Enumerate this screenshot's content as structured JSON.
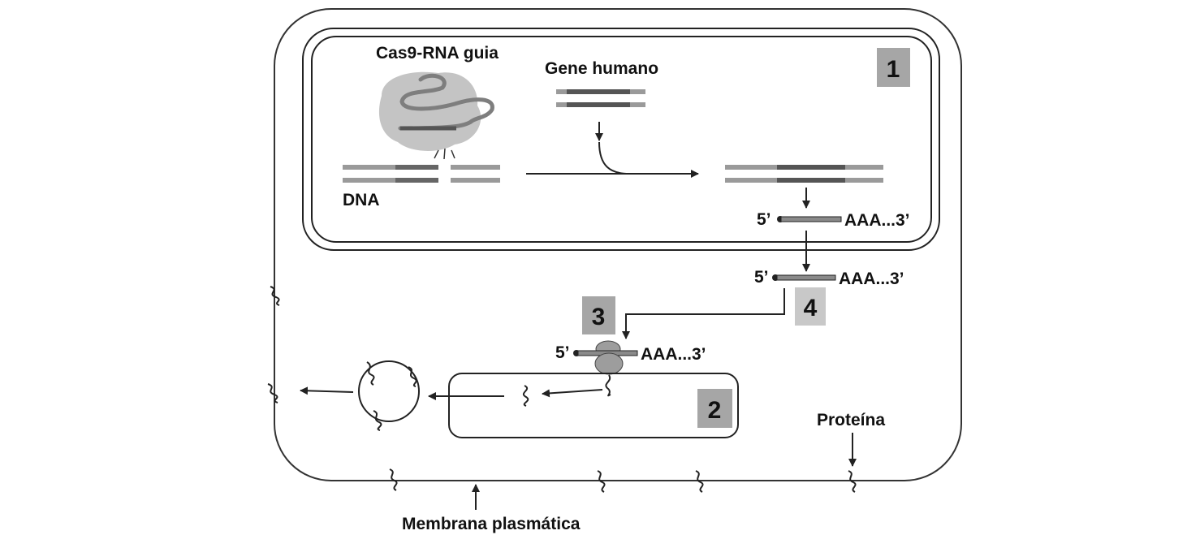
{
  "labels": {
    "cas9_rna": "Cas9-RNA guia",
    "human_gene": "Gene humano",
    "dna": "DNA",
    "mrna_5_nucleus": "5’",
    "mrna_3_nucleus": "AAA...3’",
    "mrna_5_cytoplasm": "5’",
    "mrna_3_cytoplasm": "AAA...3’",
    "mrna_5_ribosome": "5’",
    "mrna_3_ribosome": "AAA...3’",
    "protein": "Proteína",
    "membrane": "Membrana plasmática"
  },
  "steps": {
    "step1": "1",
    "step2": "2",
    "step3": "3",
    "step4": "4"
  },
  "colors": {
    "line": "#222222",
    "dna_light": "#9a9a9a",
    "dna_dark": "#555555",
    "cas9_blob": "#c4c4c4",
    "number_box": "#a6a6a6",
    "number_box_light": "#c8c8c8",
    "ribosome": "#9d9d9d"
  }
}
